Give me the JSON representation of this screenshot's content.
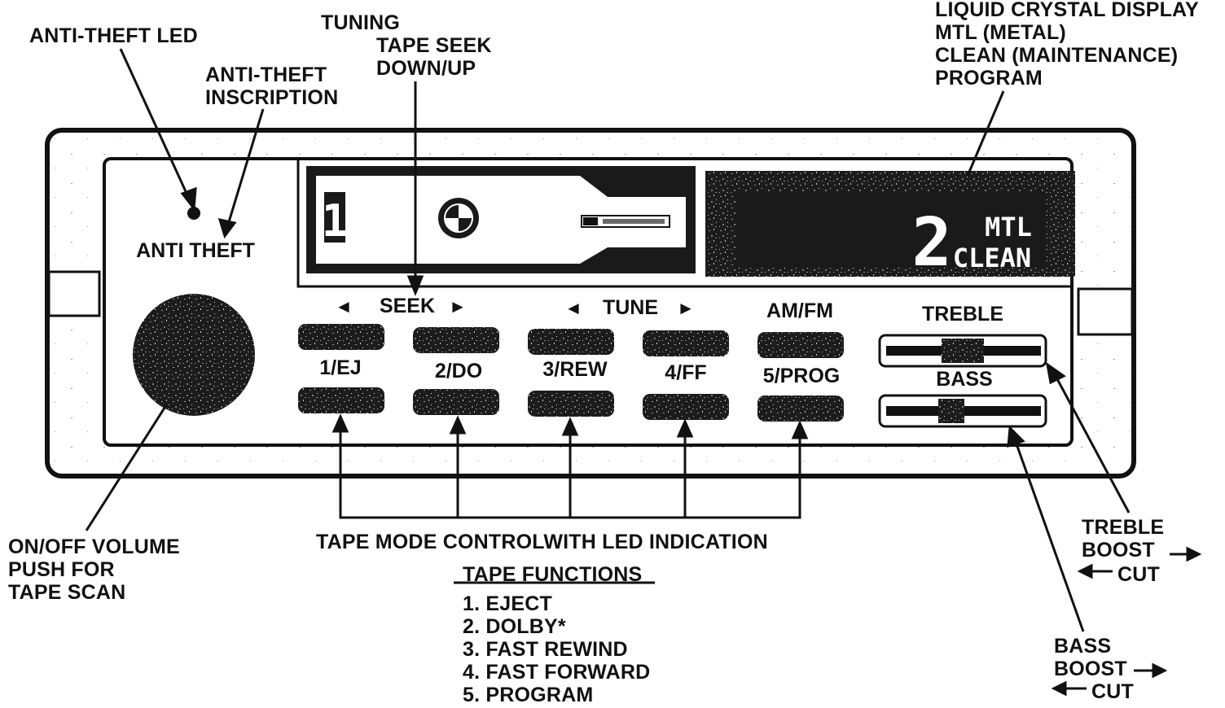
{
  "callouts": {
    "anti_theft_led": "ANTI-THEFT LED",
    "anti_theft_inscription": [
      "ANTI-THEFT",
      "INSCRIPTION"
    ],
    "tuning": [
      "TUNING",
      "TAPE SEEK",
      "DOWN/UP"
    ],
    "lcd": [
      "LIQUID CRYSTAL DISPLAY",
      "MTL (METAL)",
      "CLEAN (MAINTENANCE)",
      "PROGRAM"
    ],
    "on_off": [
      "ON/OFF VOLUME",
      "PUSH FOR",
      "TAPE SCAN"
    ],
    "tape_mode": "TAPE MODE CONTROLWITH LED INDICATION",
    "treble": [
      "TREBLE",
      "BOOST",
      "CUT"
    ],
    "bass": [
      "BASS",
      "BOOST",
      "CUT"
    ]
  },
  "tape_functions": {
    "heading": "TAPE FUNCTIONS",
    "items": [
      "1. EJECT",
      "2. DOLBY*",
      "3. FAST REWIND",
      "4. FAST FORWARD",
      "5. PROGRAM"
    ]
  },
  "panel": {
    "anti_theft_text": "ANTI THEFT",
    "seek": "SEEK",
    "tune": "TUNE",
    "am_fm": "AM/FM",
    "treble": "TREBLE",
    "bass": "BASS",
    "buttons": [
      "1/EJ",
      "2/DO",
      "3/REW",
      "4/FF",
      "5/PROG"
    ],
    "lcd_digit": "2",
    "lcd_mtl": "MTL",
    "lcd_clean": "CLEAN",
    "left_display_digit": "1"
  },
  "icons": {
    "logo": "bmw-roundel-icon",
    "dolby": "dolby-system-icon",
    "arrow_left": "◄",
    "arrow_right": "►"
  },
  "colors": {
    "ink": "#111111",
    "paper": "#ffffff",
    "display": "#1a1a1a"
  }
}
